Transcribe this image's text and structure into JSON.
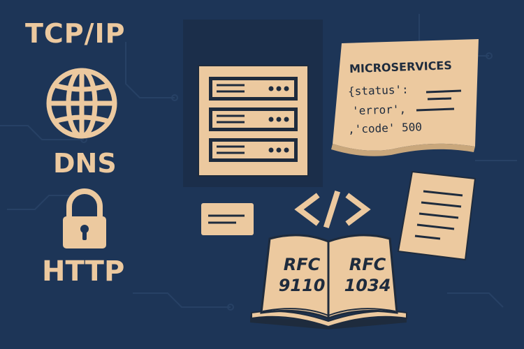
{
  "labels": {
    "tcp_ip": "TCP/IP",
    "dns": "DNS",
    "http": "HTTP"
  },
  "note": {
    "title": "MICROSERVICES",
    "code": [
      "{status':",
      "'error',",
      ",'code' 500"
    ]
  },
  "book": {
    "left_title": "RFC",
    "left_number": "9110",
    "right_title": "RFC",
    "right_number": "1034"
  },
  "icons": [
    "globe-icon",
    "padlock-icon",
    "server-rack-icon",
    "code-brackets-icon",
    "document-icon",
    "card-icon",
    "open-book-icon"
  ],
  "colors": {
    "background": "#1d3557",
    "paper": "#ecc99f",
    "ink": "#1e2b3d"
  }
}
